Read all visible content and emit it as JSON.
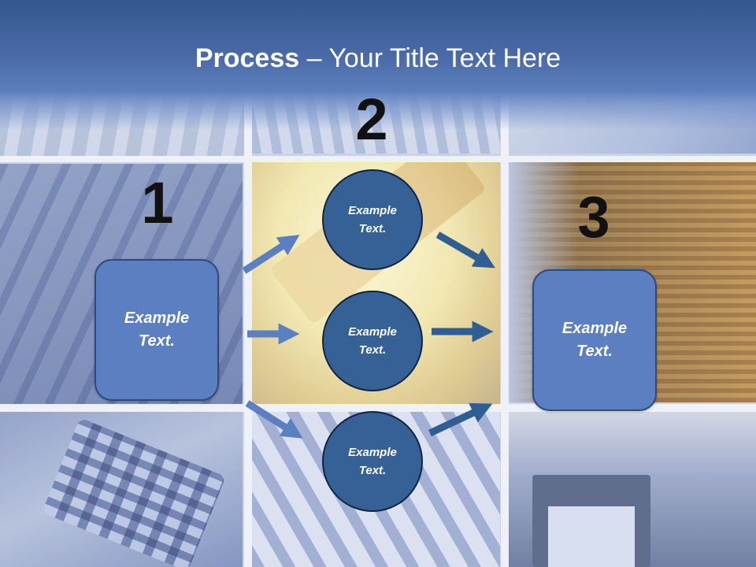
{
  "title": {
    "bold": "Process",
    "rest": " – Your Title Text Here"
  },
  "steps": [
    {
      "number": "1",
      "line1": "Example",
      "line2": "Text."
    },
    {
      "number": "2",
      "line1": "Example",
      "line2": "Text."
    },
    {
      "number": "3",
      "line1": "Example",
      "line2": "Text."
    }
  ],
  "circles": [
    {
      "line1": "Example",
      "line2": "Text."
    },
    {
      "line1": "Example",
      "line2": "Text."
    },
    {
      "line1": "Example",
      "line2": "Text."
    }
  ],
  "colors": {
    "box_fill": "#5b7fc0",
    "circle_fill": "#366196",
    "arrow_light": "#5b7fc0",
    "arrow_dark": "#2e5e92",
    "banner": "#4a6ba8"
  }
}
